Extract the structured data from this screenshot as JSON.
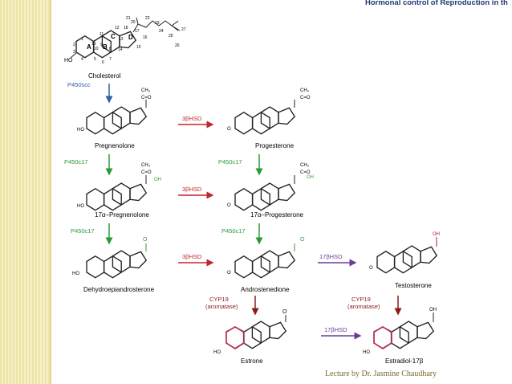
{
  "header": {
    "title": "Hormonal control of Reproduction in th"
  },
  "footer": {
    "credit": "Lecture by Dr. Jasmine Chaudhary"
  },
  "molecules": {
    "cholesterol": "Cholesterol",
    "pregnenolone": "Pregnenolone",
    "progesterone": "Progesterone",
    "hydroxy_pregnenolone": "17α–Pregnenolone",
    "hydroxy_progesterone": "17α–Progesterone",
    "dhea": "Dehydroepiandrosterone",
    "androstenedione": "Androstenedione",
    "testosterone": "Testosterone",
    "estrone": "Estrone",
    "estradiol": "Estradiol-17β"
  },
  "enzymes": {
    "p450scc": "P450scc",
    "p450c17_a": "P450c17",
    "p450c17_b": "P450c17",
    "p450c17_c": "P450c17",
    "p450c17_d": "P450c17",
    "hsd3b_a": "3βHSD",
    "hsd3b_b": "3βHSD",
    "hsd3b_c": "3βHSD",
    "hsd17b_a": "17βHSD",
    "hsd17b_b": "17βHSD",
    "cyp19_a": "CYP19",
    "aromatase_a": "(aromatase)",
    "cyp19_b": "CYP19",
    "aromatase_b": "(aromatase)"
  },
  "ring_letters": {
    "a": "A",
    "b": "B",
    "c": "C",
    "d": "D"
  },
  "atom_numbers": [
    "1",
    "2",
    "3",
    "4",
    "5",
    "6",
    "7",
    "8",
    "9",
    "10",
    "11",
    "12",
    "13",
    "14",
    "15",
    "16",
    "17",
    "18",
    "19",
    "20",
    "21",
    "22",
    "23",
    "24",
    "25",
    "26",
    "27"
  ],
  "groups": {
    "ho": "HO",
    "ch3": "CH₃",
    "co": "C=O",
    "oh": "OH",
    "o": "O"
  },
  "colors": {
    "scc": "#2f5fa8",
    "hsd3b": "#c0272d",
    "c17": "#2a9a3a",
    "hsd17b": "#6a3a9a",
    "cyp19": "#8b1a1a",
    "oxygen": "#3a9a3a",
    "hydroxyl": "#a02040",
    "aromatic": "#c03050"
  }
}
